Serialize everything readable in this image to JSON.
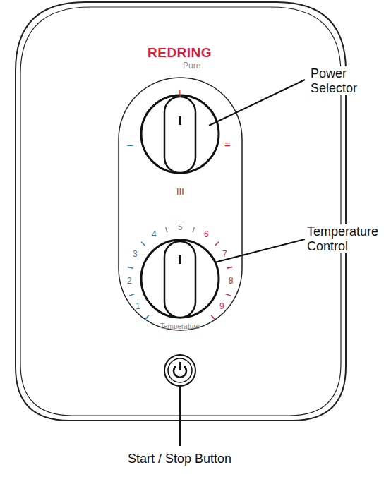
{
  "diagram": {
    "labels": [
      "REDRING",
      "Pure",
      "I",
      "=",
      "III",
      "–",
      "1",
      "2",
      "3",
      "4",
      "5",
      "6",
      "7",
      "8",
      "9",
      "Temperature",
      "Power Selector",
      "Temperature Control",
      "Start / Stop Button"
    ]
  }
}
